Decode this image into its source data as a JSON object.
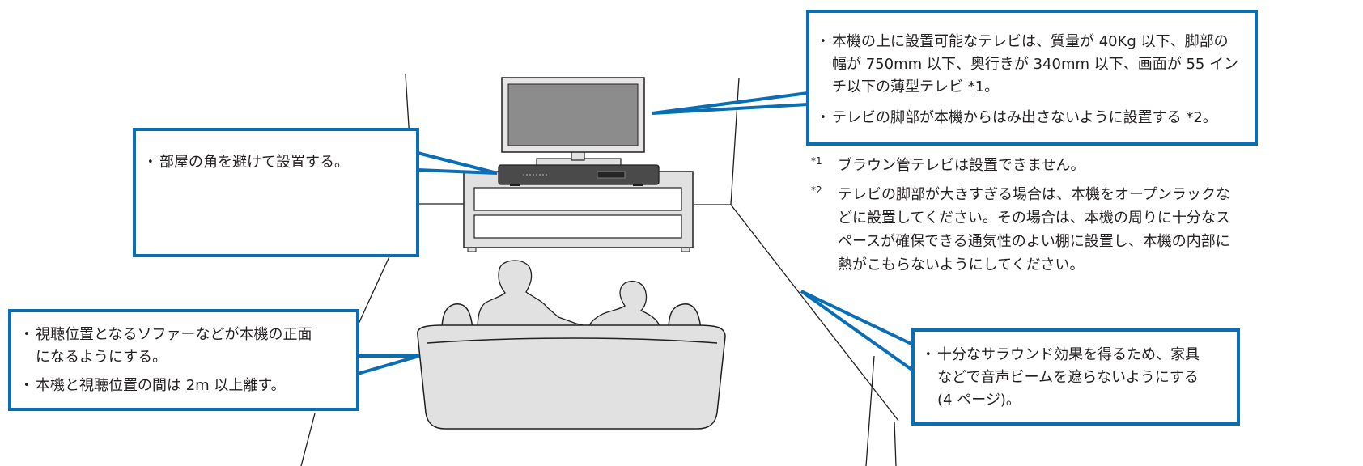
{
  "colors": {
    "accent": "#0a6eb4",
    "line": "#231f20",
    "furniture_fill": "#e1e1e1",
    "tv_screen": "#8c8c8c"
  },
  "callouts": {
    "corner": {
      "items": [
        {
          "lines": [
            "部屋の角を避けて設置する。"
          ]
        }
      ]
    },
    "tv": {
      "items": [
        {
          "lines": [
            "本機の上に設置可能なテレビは、質量が 40Kg 以下、脚部の",
            "幅が 750mm 以下、奥行きが 340mm 以下、画面が 55 イン",
            "チ以下の薄型テレビ *1。"
          ]
        },
        {
          "lines": [
            "テレビの脚部が本機からはみ出さないように設置する *2。"
          ]
        }
      ]
    },
    "sofa": {
      "items": [
        {
          "lines": [
            "視聴位置となるソファーなどが本機の正面",
            "になるようにする。"
          ]
        },
        {
          "lines": [
            "本機と視聴位置の間は 2m 以上離す。"
          ]
        }
      ]
    },
    "surround": {
      "items": [
        {
          "lines": [
            "十分なサラウンド効果を得るため、家具",
            "などで音声ビームを遮らないようにする",
            "(4 ページ)。"
          ]
        }
      ]
    }
  },
  "footnotes": [
    {
      "mark": "*1",
      "lines": [
        "ブラウン管テレビは設置できません。"
      ]
    },
    {
      "mark": "*2",
      "lines": [
        "テレビの脚部が大きすぎる場合は、本機をオープンラックな",
        "どに設置してください。その場合は、本機の周りに十分なス",
        "ペースが確保できる通気性のよい棚に設置し、本機の内部に",
        "熱がこもらないようにしてください。"
      ]
    }
  ]
}
